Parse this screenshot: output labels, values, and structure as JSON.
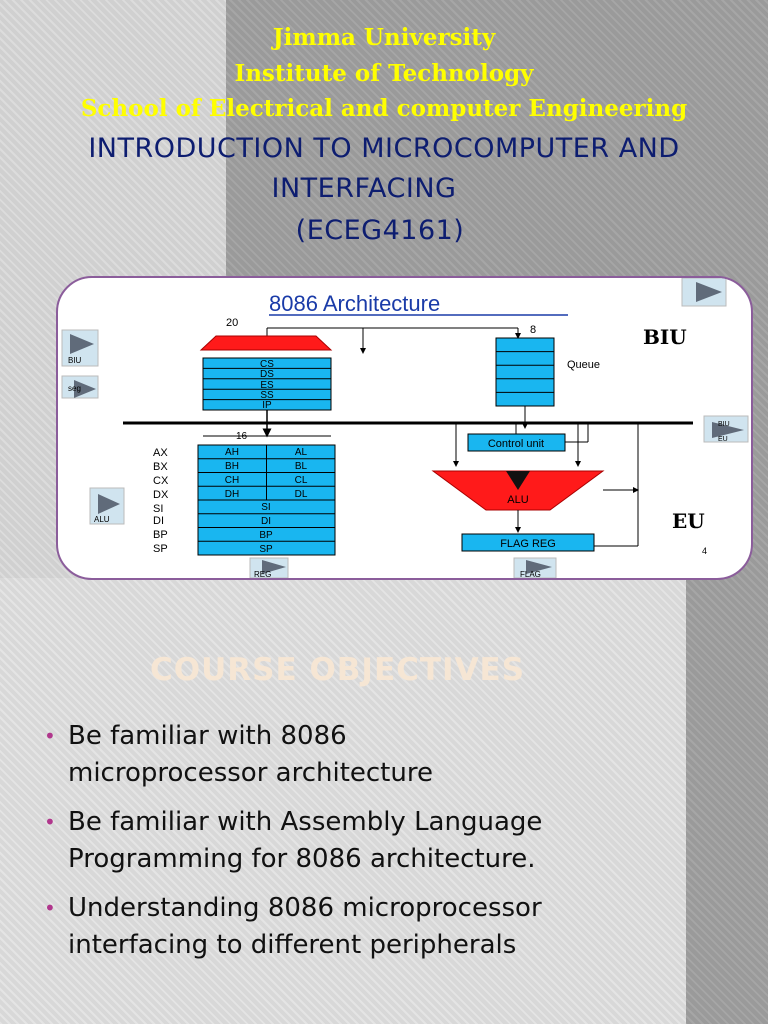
{
  "header": {
    "line1": "Jimma University",
    "line2": "Institute of Technology",
    "line3": "School of Electrical and computer Engineering",
    "course_line1": "INTRODUCTION TO MICROCOMPUTER AND",
    "course_line2": "INTERFACING",
    "course_code": "(ECEG4161)"
  },
  "diagram": {
    "title": "8086 Architecture",
    "biu_label": "BIU",
    "eu_label": "EU",
    "bus_width_top": "20",
    "bus_width_queue": "8",
    "bus_width_regs": "16",
    "segment_regs": [
      "CS",
      "DS",
      "ES",
      "SS",
      "IP"
    ],
    "queue_label": "Queue",
    "control_unit": "Control unit",
    "alu": "ALU",
    "flag_reg": "FLAG REG",
    "reg_names": [
      "AX",
      "BX",
      "CX",
      "DX",
      "SI",
      "DI",
      "BP",
      "SP"
    ],
    "reg_pairs": [
      [
        "AH",
        "AL"
      ],
      [
        "BH",
        "BL"
      ],
      [
        "CH",
        "CL"
      ],
      [
        "DH",
        "DL"
      ]
    ],
    "reg_full": [
      "SI",
      "DI",
      "BP",
      "SP"
    ],
    "page_number": "4",
    "nav_buttons": {
      "biu": "BIU",
      "seg": "seg",
      "alu": "ALU",
      "reg": "REG",
      "flag": "FLAG",
      "biu_eu_top": "BIU",
      "biu_eu_bottom": "EU"
    }
  },
  "objectives": {
    "title": "COURSE OBJECTIVES",
    "items": [
      {
        "line1": "Be familiar with 8086",
        "line2": "microprocessor architecture"
      },
      {
        "line1": "Be familiar with Assembly Language",
        "line2": "Programming for 8086 architecture."
      },
      {
        "line1": "Understanding 8086 microprocessor",
        "line2": "interfacing to different peripherals"
      }
    ],
    "bullet": "•"
  },
  "colors": {
    "yellow": "#ffff00",
    "navy": "#0d1d70",
    "register_fill": "#19b6f0",
    "alu_red": "#ff1a1a",
    "panel_border": "#8b5d9b",
    "objective_title": "#f6e6d4",
    "bullet": "#b0368c"
  }
}
